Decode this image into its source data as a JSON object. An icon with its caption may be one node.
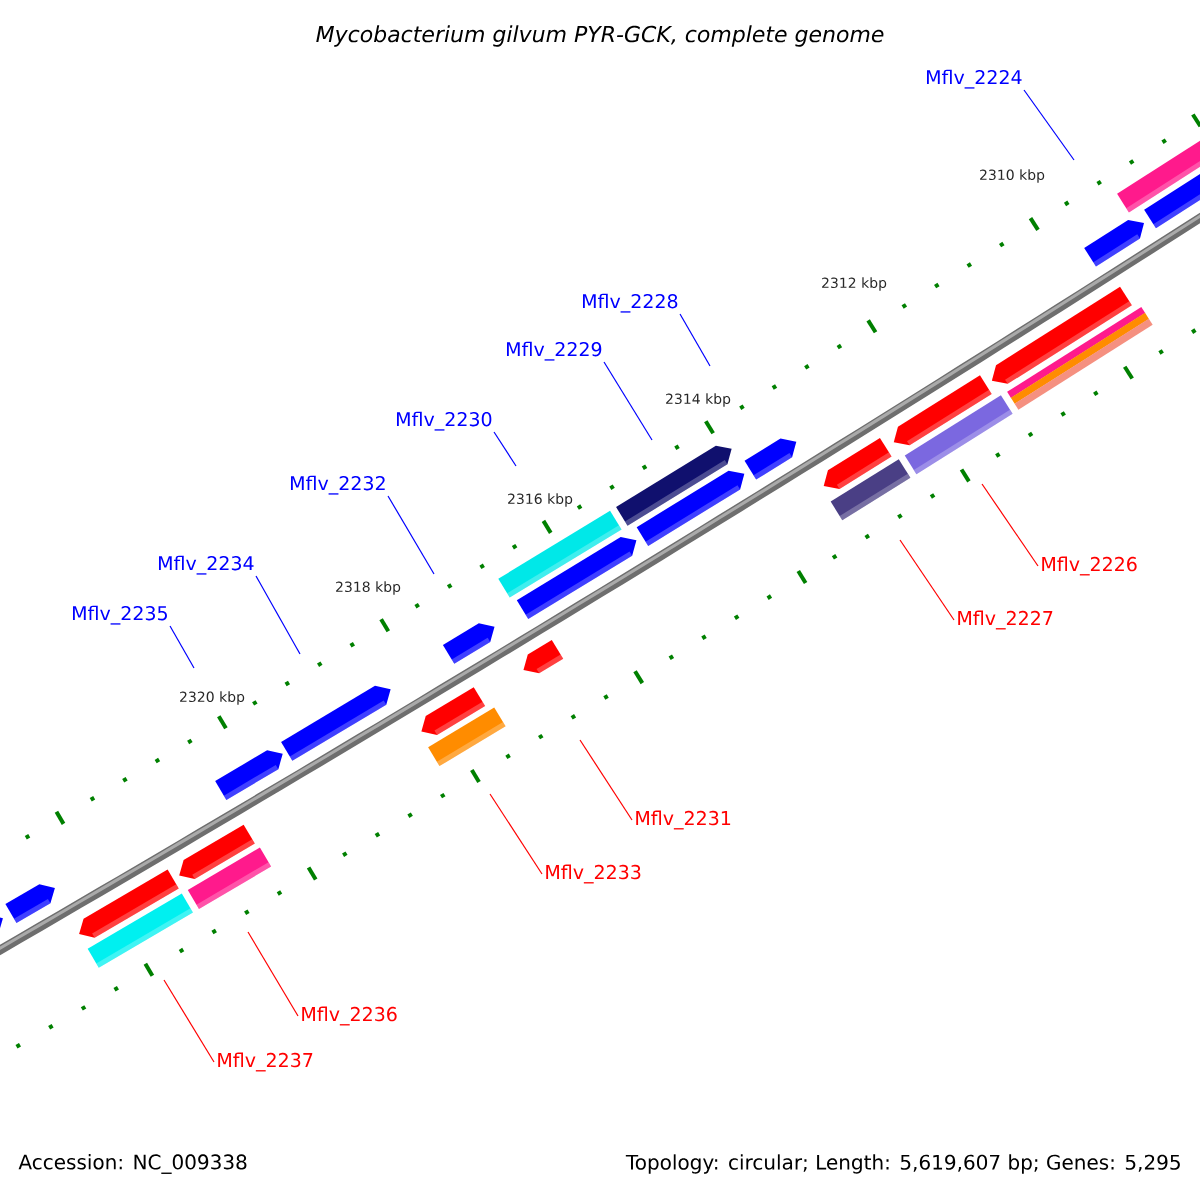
{
  "diagram": {
    "title": "Mycobacterium gilvum PYR-GCK, complete genome",
    "nodes": [
      {
        "text": [
          "Mflv_2224"
        ]
      },
      {
        "text": [
          "Mflv_2228"
        ]
      },
      {
        "text": [
          "Mflv_2229"
        ]
      },
      {
        "text": [
          "Mflv_2230"
        ]
      },
      {
        "text": [
          "Mflv_2232"
        ]
      },
      {
        "text": [
          "Mflv_2234"
        ]
      },
      {
        "text": [
          "Mflv_2235"
        ]
      },
      {
        "text": [
          "Mflv_2226"
        ]
      },
      {
        "text": [
          "Mflv_2227"
        ]
      },
      {
        "text": [
          "Mflv_2231"
        ]
      },
      {
        "text": [
          "Mflv_2233"
        ]
      },
      {
        "text": [
          "Mflv_2236"
        ]
      },
      {
        "text": [
          "Mflv_2237"
        ]
      }
    ],
    "edges": [
      {
        "from": 0,
        "to": null,
        "arrow": "none"
      },
      {
        "from": 1,
        "to": null,
        "arrow": "none"
      },
      {
        "from": 2,
        "to": null,
        "arrow": "none"
      },
      {
        "from": 3,
        "to": null,
        "arrow": "none"
      },
      {
        "from": 4,
        "to": null,
        "arrow": "none"
      },
      {
        "from": 5,
        "to": null,
        "arrow": "none"
      },
      {
        "from": 6,
        "to": null,
        "arrow": "none"
      },
      {
        "from": 7,
        "to": null,
        "arrow": "none",
        "color": "#ff0000"
      },
      {
        "from": 8,
        "to": null,
        "arrow": "none",
        "color": "#ff0000"
      },
      {
        "from": 9,
        "to": null,
        "arrow": "none",
        "color": "#ff0000"
      },
      {
        "from": 10,
        "to": null,
        "arrow": "none",
        "color": "#ff0000"
      },
      {
        "from": 11,
        "to": null,
        "arrow": "none",
        "color": "#ff0000"
      },
      {
        "from": 12,
        "to": null,
        "arrow": "none",
        "color": "#ff0000"
      }
    ],
    "labels": [
      "2310 kbp",
      "2312 kbp",
      "2314 kbp",
      "2316 kbp",
      "2318 kbp",
      "2320 kbp",
      "Accession: NC_009338",
      "Topology: circular; Length: 5,619,607 bp; Genes: 5,295"
    ]
  }
}
